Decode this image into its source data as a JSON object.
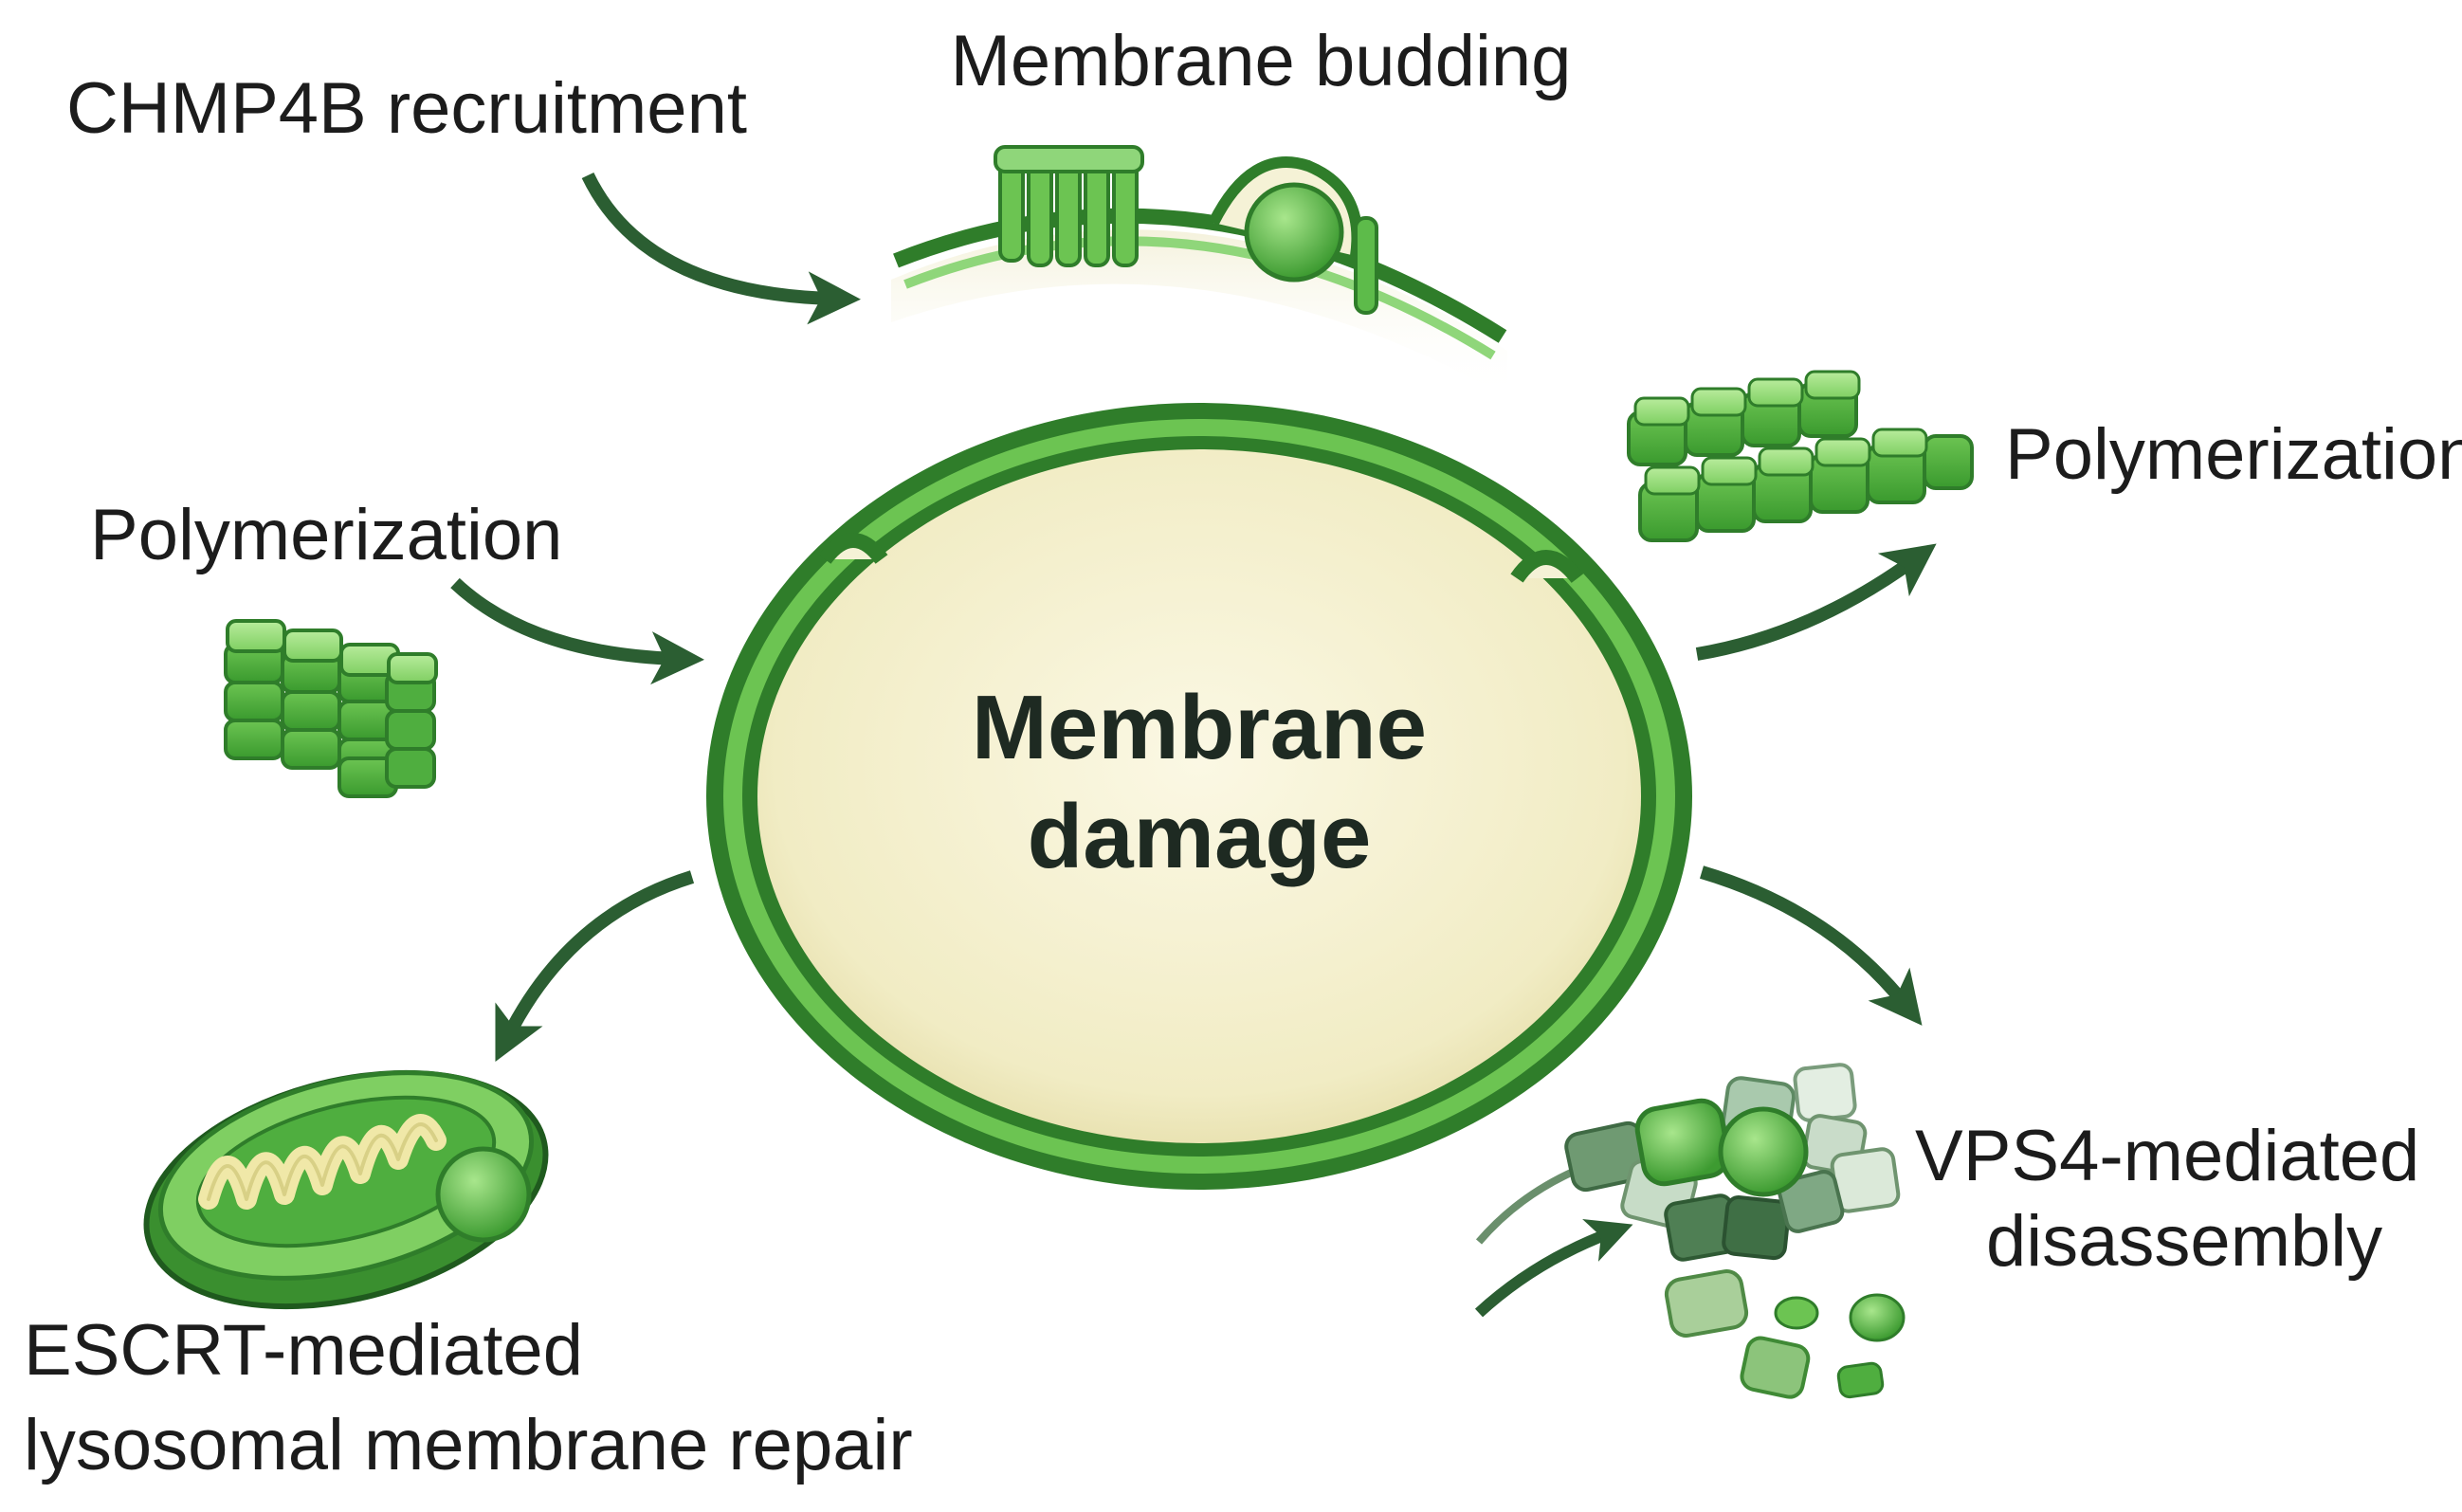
{
  "diagram": {
    "center": {
      "line1": "Membrane",
      "line2": "damage"
    },
    "labels": {
      "chmp4b": "CHMP4B recruitment",
      "budding": "Membrane budding",
      "polymerization_left": "Polymerization",
      "polymerization_right": "Polymerization",
      "vps4_line1": "VPS4-mediated",
      "vps4_line2": "disassembly",
      "escrt_line1": "ESCRT-mediated",
      "escrt_line2": "lysosomal membrane repair"
    },
    "colors": {
      "membrane_dark": "#2f7d2a",
      "membrane_light": "#5dbb4a",
      "lumen": "#f5f2d6",
      "arrow": "#2b5e32",
      "protein_light": "#8fd67a",
      "protein_mid": "#4fae3f",
      "protein_grey": "#9fbfa3"
    },
    "icons": [
      "membrane-vesicle-icon",
      "budding-membrane-icon",
      "polymer-block-icon",
      "protein-rows-icon",
      "mitochondrion-icon",
      "disassembly-fragments-icon",
      "curved-arrow-icon"
    ]
  }
}
